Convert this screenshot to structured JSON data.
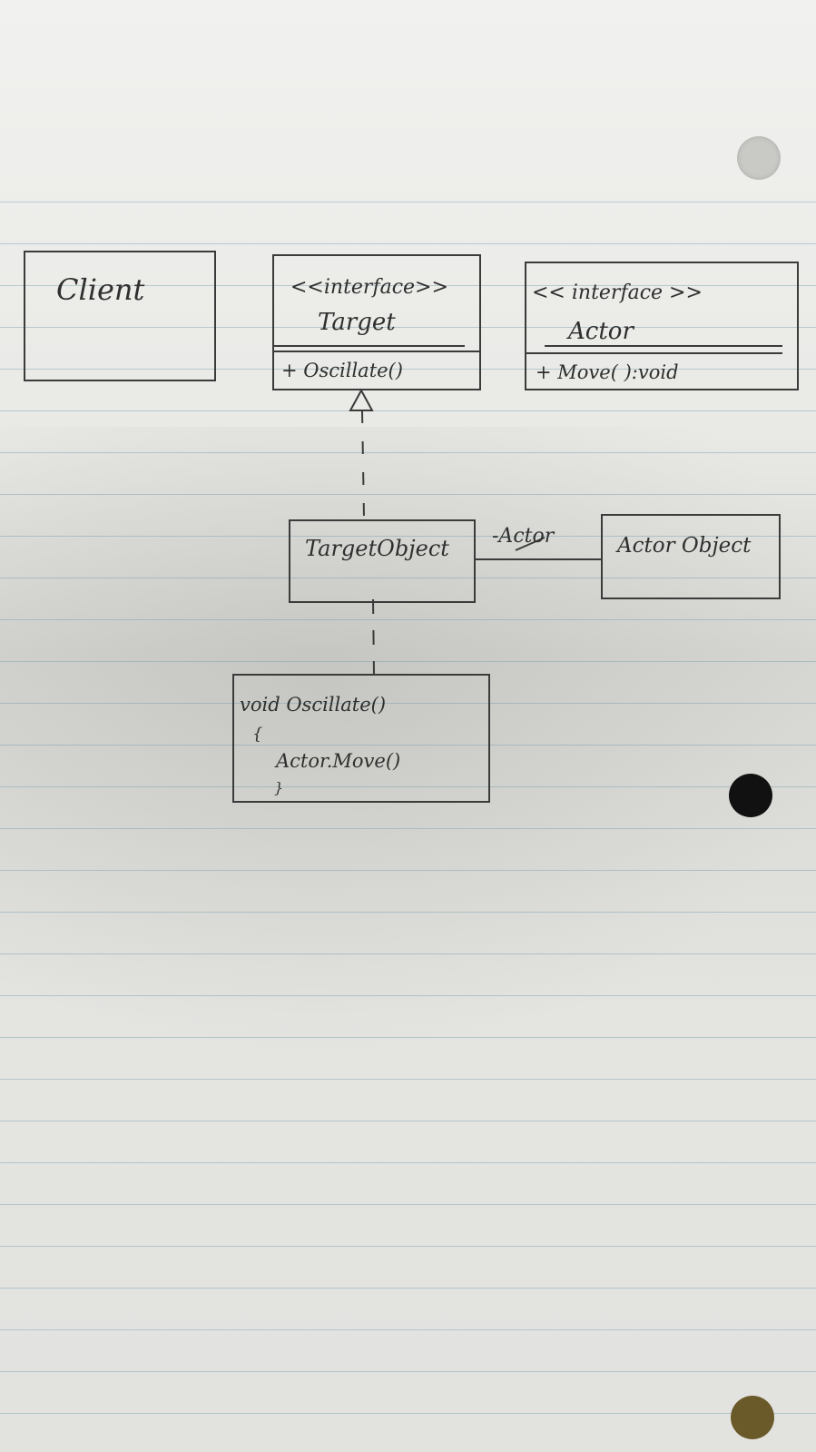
{
  "client": {
    "label": "Client"
  },
  "target": {
    "stereotype": "<<interface>>",
    "name": "Target",
    "method": "+ Oscillate()"
  },
  "actor": {
    "stereotype": "<< interface >>",
    "name": "Actor",
    "method": "+ Move( ):void"
  },
  "target_object": {
    "label": "TargetObject"
  },
  "actor_object": {
    "label": "Actor Object"
  },
  "association": {
    "label": "-Actor"
  },
  "note": {
    "line1": "void Oscillate()",
    "line2": "{",
    "line3": "Actor.Move()",
    "line4": "}"
  }
}
